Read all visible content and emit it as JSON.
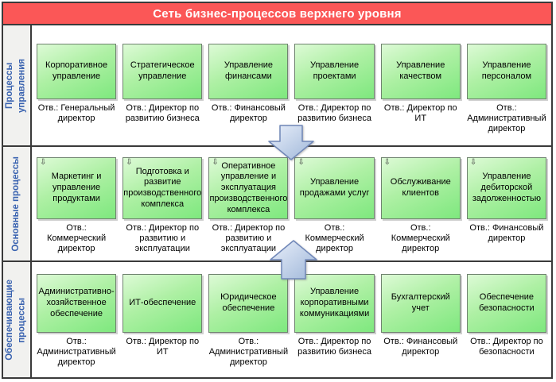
{
  "title": "Сеть бизнес-процессов верхнего уровня",
  "icons": {
    "decomposition": "⇩"
  },
  "colors": {
    "header_bg": "#fb5757",
    "header_text": "#ffffff",
    "lane_label_text": "#3a63b0",
    "lane_label_bg": "#f1f1ef",
    "box_gradient_start": "#ddfad6",
    "box_gradient_end": "#7ee87e",
    "box_border": "#6f836f",
    "arrow_fill_start": "#e9effa",
    "arrow_fill_end": "#9fb7d9",
    "arrow_border": "#7087b8",
    "frame_border": "#3a3a3a"
  },
  "lanes": [
    {
      "label": "Процессы\nуправления",
      "processes": [
        {
          "name": "Корпоративное управление",
          "owner": "Отв.: Генеральный директор"
        },
        {
          "name": "Стратегическое управление",
          "owner": "Отв.: Директор по развитию бизнеса"
        },
        {
          "name": "Управление финансами",
          "owner": "Отв.: Финансовый директор"
        },
        {
          "name": "Управление проектами",
          "owner": "Отв.: Директор по развитию бизнеса"
        },
        {
          "name": "Управление качеством",
          "owner": "Отв.: Директор по ИТ"
        },
        {
          "name": "Управление персоналом",
          "owner": "Отв.: Административный директор"
        }
      ]
    },
    {
      "label": "Основные процессы",
      "processes": [
        {
          "name": "Маркетинг и управление продуктами",
          "owner": "Отв.: Коммерческий директор"
        },
        {
          "name": "Подготовка и развитие производственного комплекса",
          "owner": "Отв.: Директор по развитию и эксплуатации"
        },
        {
          "name": "Оперативное управление и эксплуатация производственного комплекса",
          "owner": "Отв.: Директор по развитию и эксплуатации"
        },
        {
          "name": "Управление продажами услуг",
          "owner": "Отв.: Коммерческий директор"
        },
        {
          "name": "Обслуживание клиентов",
          "owner": "Отв.: Коммерческий директор"
        },
        {
          "name": "Управление дебиторской задолженностью",
          "owner": "Отв.: Финансовый директор"
        }
      ]
    },
    {
      "label": "Обеспечивающие\nпроцессы",
      "processes": [
        {
          "name": "Административно-хозяйственное обеспечение",
          "owner": "Отв.: Административный директор"
        },
        {
          "name": "ИТ-обеспечение",
          "owner": "Отв.: Директор по ИТ"
        },
        {
          "name": "Юридическое обеспечение",
          "owner": "Отв.: Административный директор"
        },
        {
          "name": "Управление корпоративными коммуникациями",
          "owner": "Отв.: Директор по развитию бизнеса"
        },
        {
          "name": "Бухгалтерский учет",
          "owner": "Отв.: Финансовый директор"
        },
        {
          "name": "Обеспечение безопасности",
          "owner": "Отв.: Директор по безопасности"
        }
      ]
    }
  ]
}
